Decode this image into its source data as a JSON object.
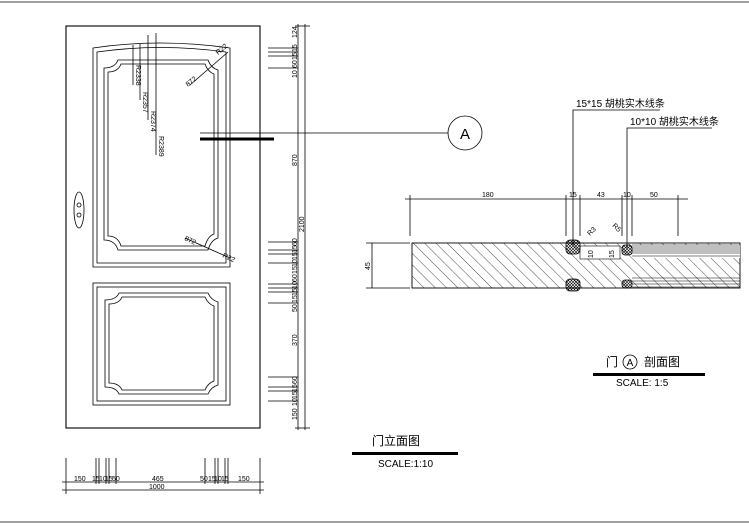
{
  "elevation": {
    "title": "门立面图",
    "scale": "SCALE:1:10",
    "radius_labels": [
      "R2338",
      "R2357",
      "R2374",
      "R2389"
    ],
    "arc_labels": [
      "872",
      "R22",
      "872",
      "R22"
    ],
    "vertical_dims": [
      "124",
      "15",
      "15",
      "60",
      "10",
      "870",
      "60",
      "15",
      "15",
      "10",
      "15",
      "60",
      "10",
      "15",
      "15",
      "50",
      "370",
      "60",
      "15",
      "15",
      "10",
      "150"
    ],
    "total_height": "2100",
    "horizontal_dims": [
      "150",
      "15",
      "10",
      "15",
      "50",
      "465",
      "50",
      "15",
      "10",
      "15",
      "150"
    ],
    "total_width": "1000"
  },
  "section": {
    "title_prefix": "门",
    "marker": "A",
    "title_suffix": "剖面图",
    "scale": "SCALE: 1:5",
    "callouts": [
      "15*15 胡桃实木线条",
      "10*10 胡桃实木线条"
    ],
    "dims": [
      "180",
      "15",
      "43",
      "10",
      "50"
    ],
    "thickness": "45",
    "small_dims": [
      "R3",
      "R5",
      "10",
      "15"
    ]
  },
  "colors": {
    "ink": "#000000",
    "paper": "#ffffff"
  }
}
